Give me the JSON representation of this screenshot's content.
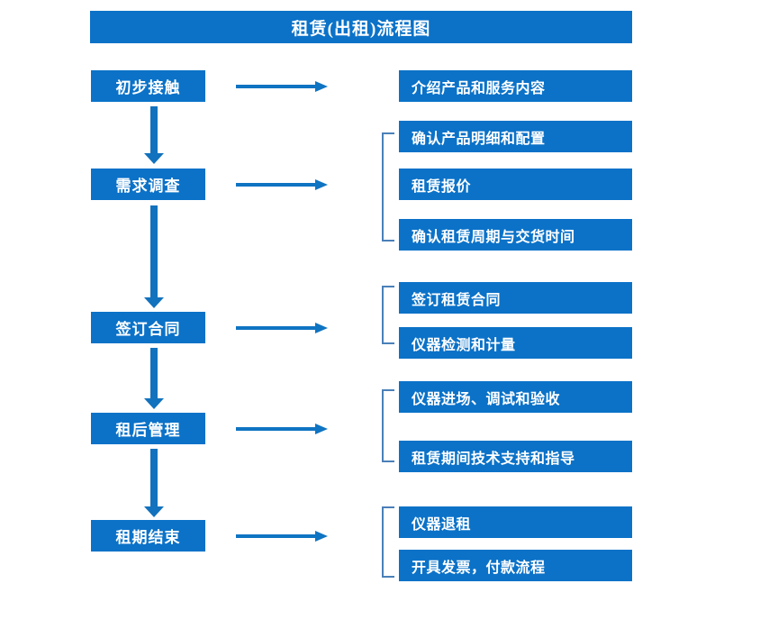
{
  "title": "租赁(出租)流程图",
  "colors": {
    "box_fill": "#0b72c8",
    "box_text": "#ffffff",
    "arrow": "#1272bd",
    "bracket": "#4a80b8",
    "background": "#ffffff"
  },
  "stages": [
    {
      "label": "初步接触"
    },
    {
      "label": "需求调查"
    },
    {
      "label": "签订合同"
    },
    {
      "label": "租后管理"
    },
    {
      "label": "租期结束"
    }
  ],
  "details": [
    {
      "label": "介绍产品和服务内容"
    },
    {
      "label": "确认产品明细和配置"
    },
    {
      "label": "租赁报价"
    },
    {
      "label": "确认租赁周期与交货时间"
    },
    {
      "label": "签订租赁合同"
    },
    {
      "label": "仪器检测和计量"
    },
    {
      "label": "仪器进场、调试和验收"
    },
    {
      "label": "租赁期间技术支持和指导"
    },
    {
      "label": "仪器退租"
    },
    {
      "label": "开具发票，付款流程"
    }
  ]
}
